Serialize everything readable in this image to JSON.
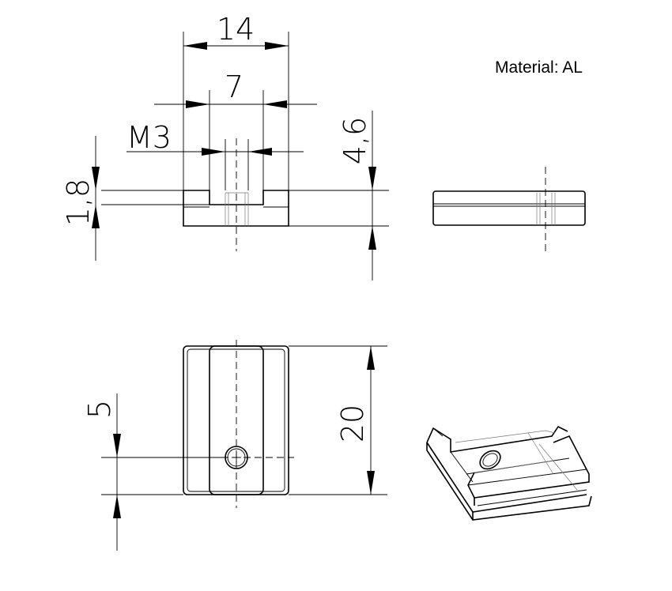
{
  "annotation": {
    "material": "Material: AL"
  },
  "dimensions": {
    "width_outer": "14",
    "width_slot": "7",
    "thread": "M3",
    "height_total": "4,6",
    "height_flange": "1,8",
    "hole_offset": "5",
    "length": "20"
  }
}
